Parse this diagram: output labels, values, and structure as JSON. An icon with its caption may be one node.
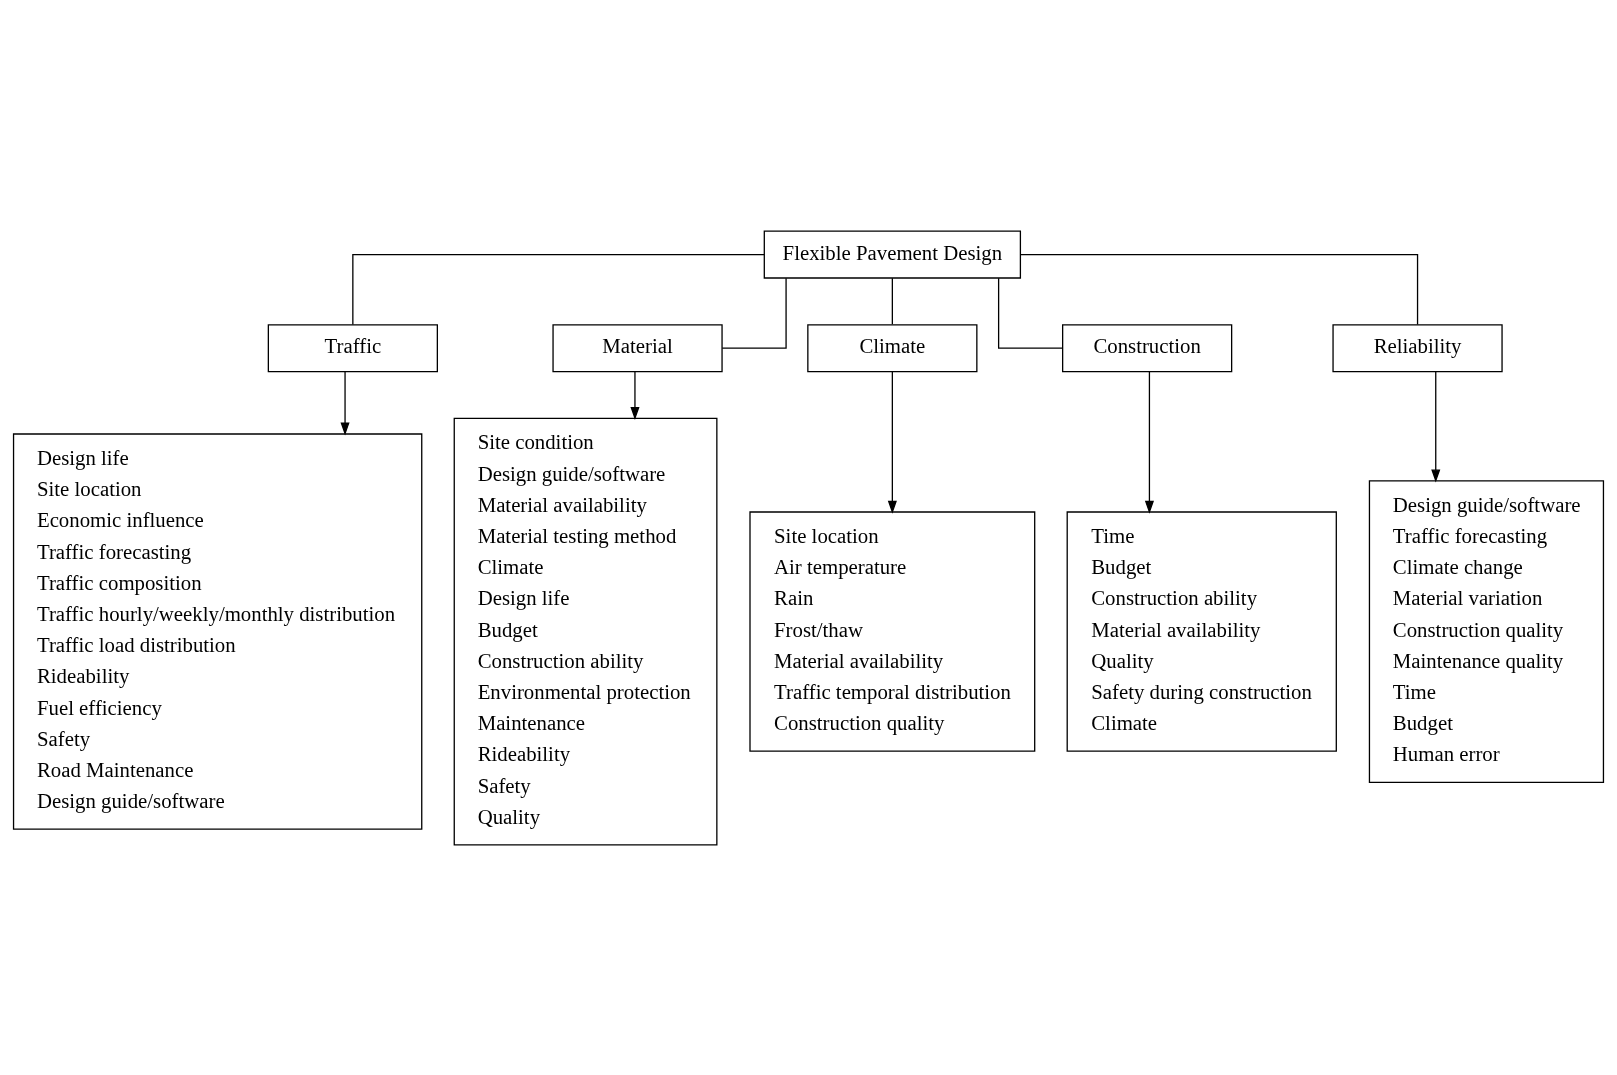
{
  "diagram": {
    "nodes": [
      {
        "text": [
          "Flexible Pavement Design"
        ]
      },
      {
        "text": [
          "Traffic"
        ]
      },
      {
        "text": [
          "Material"
        ]
      },
      {
        "text": [
          "Climate"
        ]
      },
      {
        "text": [
          "Construction"
        ]
      },
      {
        "text": [
          "Reliability"
        ]
      },
      {
        "text": [
          "Design life",
          "Site location",
          "Economic influence",
          "Traffic forecasting",
          "Traffic composition",
          "Traffic hourly/weekly/monthly distribution",
          "Traffic load distribution",
          "Rideability",
          "Fuel efficiency",
          "Safety",
          "Road Maintenance",
          "Design guide/software"
        ]
      },
      {
        "text": [
          "Site condition",
          "Design guide/software",
          "Material availability",
          "Material testing method",
          "Climate",
          "Design life",
          "Budget",
          "Construction ability",
          "Environmental protection",
          "Maintenance",
          "Rideability",
          "Safety",
          "Quality"
        ]
      },
      {
        "text": [
          "Site location",
          "Air temperature",
          "Rain",
          "Frost/thaw",
          "Material availability",
          "Traffic temporal distribution",
          "Construction quality"
        ]
      },
      {
        "text": [
          "Time",
          "Budget",
          "Construction ability",
          "Material availability",
          "Quality",
          "Safety during construction",
          "Climate"
        ]
      },
      {
        "text": [
          "Design guide/software",
          "Traffic forecasting",
          "Climate change",
          "Material variation",
          "Construction quality",
          "Maintenance quality",
          "Time",
          "Budget",
          "Human error"
        ]
      }
    ],
    "edges": [
      {
        "from": 0,
        "to": 1,
        "arrow": "none"
      },
      {
        "from": 0,
        "to": 2,
        "arrow": "none"
      },
      {
        "from": 0,
        "to": 3,
        "arrow": "none"
      },
      {
        "from": 0,
        "to": 4,
        "arrow": "none"
      },
      {
        "from": 0,
        "to": 5,
        "arrow": "none"
      },
      {
        "from": 1,
        "to": 6,
        "arrow": "to"
      },
      {
        "from": 2,
        "to": 7,
        "arrow": "to"
      },
      {
        "from": 3,
        "to": 8,
        "arrow": "to"
      },
      {
        "from": 4,
        "to": 9,
        "arrow": "to"
      },
      {
        "from": 5,
        "to": 10,
        "arrow": "to"
      }
    ]
  }
}
